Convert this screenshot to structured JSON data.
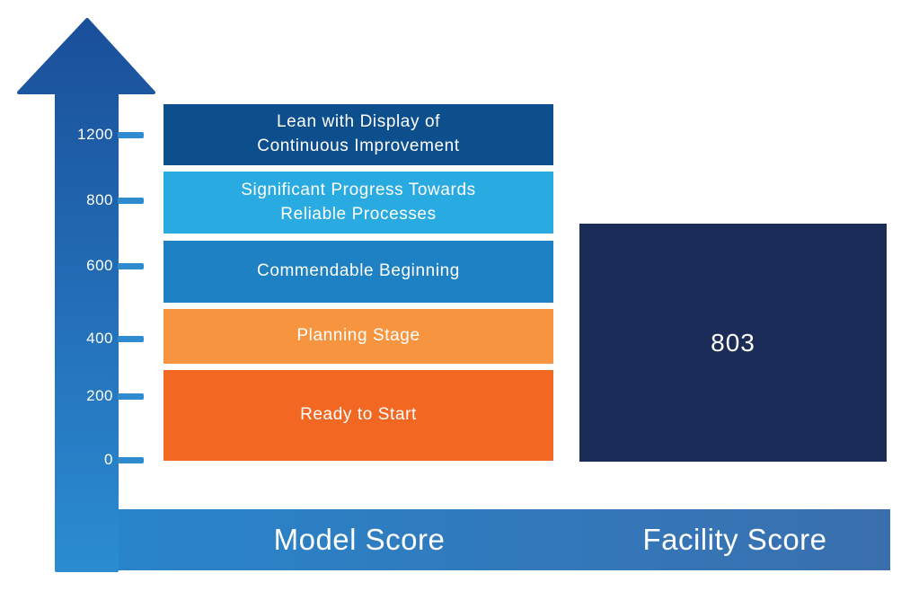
{
  "chart_data": {
    "type": "bar",
    "title": "",
    "categories": [
      "Model Score",
      "Facility Score"
    ],
    "x_labels": [
      "Model Score",
      "Facility Score"
    ],
    "series": [
      {
        "name": "Facility Score",
        "values": [
          803
        ]
      }
    ],
    "facility": {
      "value": "803",
      "color": "#1a2c57",
      "score": 803
    },
    "y_ticks": [
      {
        "value": "1200",
        "y": 150
      },
      {
        "value": "800",
        "y": 223
      },
      {
        "value": "600",
        "y": 296
      },
      {
        "value": "400",
        "y": 377
      },
      {
        "value": "200",
        "y": 441
      },
      {
        "value": "0",
        "y": 512
      }
    ],
    "ylim": [
      0,
      1300
    ],
    "grid": false,
    "legend_position": "none",
    "model_bands": [
      {
        "label": "Lean with Display of\nContinuous Improvement",
        "color": "#0d4e8d",
        "top": 116,
        "height": 68
      },
      {
        "label": "Significant Progress Towards\nReliable Processes",
        "color": "#29abe2",
        "top": 191,
        "height": 69
      },
      {
        "label": "Commendable Beginning",
        "color": "#1e81c4",
        "top": 268,
        "height": 69
      },
      {
        "label": "Planning Stage",
        "color": "#f79440",
        "top": 344,
        "height": 61
      },
      {
        "label": "Ready to Start",
        "color": "#f26822",
        "top": 412,
        "height": 101
      }
    ],
    "colors": {
      "arrow_gradient_top": "#1a4f9a",
      "arrow_gradient_bottom": "#2b8cd2",
      "bar_gradient_left": "#2786cd",
      "bar_gradient_right": "#3a6fae",
      "tick_color": "#2e8bd0",
      "label_text": "#ffffff"
    }
  }
}
